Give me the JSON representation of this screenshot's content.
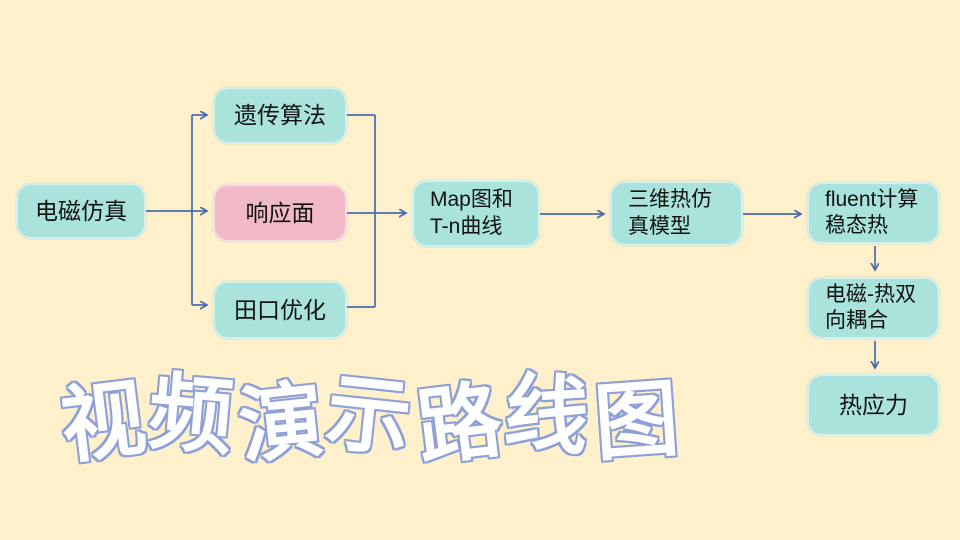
{
  "title": {
    "text": "视频演示路线图"
  },
  "flowchart": {
    "nodes": [
      {
        "id": "em-simulation",
        "label": "电磁仿真",
        "fill": "teal"
      },
      {
        "id": "genetic-algorithm",
        "label": "遗传算法",
        "fill": "teal"
      },
      {
        "id": "response-surface",
        "label": "响应面",
        "fill": "pink"
      },
      {
        "id": "taguchi-optimization",
        "label": "田口优化",
        "fill": "teal"
      },
      {
        "id": "map-tn-curve",
        "label": "Map图和\nT-n曲线",
        "fill": "teal"
      },
      {
        "id": "thermal-3d-model",
        "label": "三维热仿\n真模型",
        "fill": "teal"
      },
      {
        "id": "fluent-steady-thermal",
        "label": "fluent计算\n稳态热",
        "fill": "teal"
      },
      {
        "id": "em-thermal-coupling",
        "label": "电磁-热双\n向耦合",
        "fill": "teal"
      },
      {
        "id": "thermal-stress",
        "label": "热应力",
        "fill": "teal"
      }
    ],
    "edges": [
      {
        "from": "电磁仿真",
        "to": "遗传算法"
      },
      {
        "from": "电磁仿真",
        "to": "响应面"
      },
      {
        "from": "电磁仿真",
        "to": "田口优化"
      },
      {
        "from": "遗传算法",
        "to": "Map图和T-n曲线"
      },
      {
        "from": "响应面",
        "to": "Map图和T-n曲线"
      },
      {
        "from": "田口优化",
        "to": "Map图和T-n曲线"
      },
      {
        "from": "Map图和T-n曲线",
        "to": "三维热仿真模型"
      },
      {
        "from": "三维热仿真模型",
        "to": "fluent计算稳态热"
      },
      {
        "from": "fluent计算稳态热",
        "to": "电磁-热双向耦合"
      },
      {
        "from": "电磁-热双向耦合",
        "to": "热应力"
      }
    ],
    "colors": {
      "background": "#fdf0ca",
      "node_teal": "#a9e3db",
      "node_pink": "#f2b9c7",
      "arrow": "#4a69ae",
      "node_text": "#111111",
      "title_fill": "#ffffff",
      "title_stroke": "#8da0d8"
    }
  }
}
